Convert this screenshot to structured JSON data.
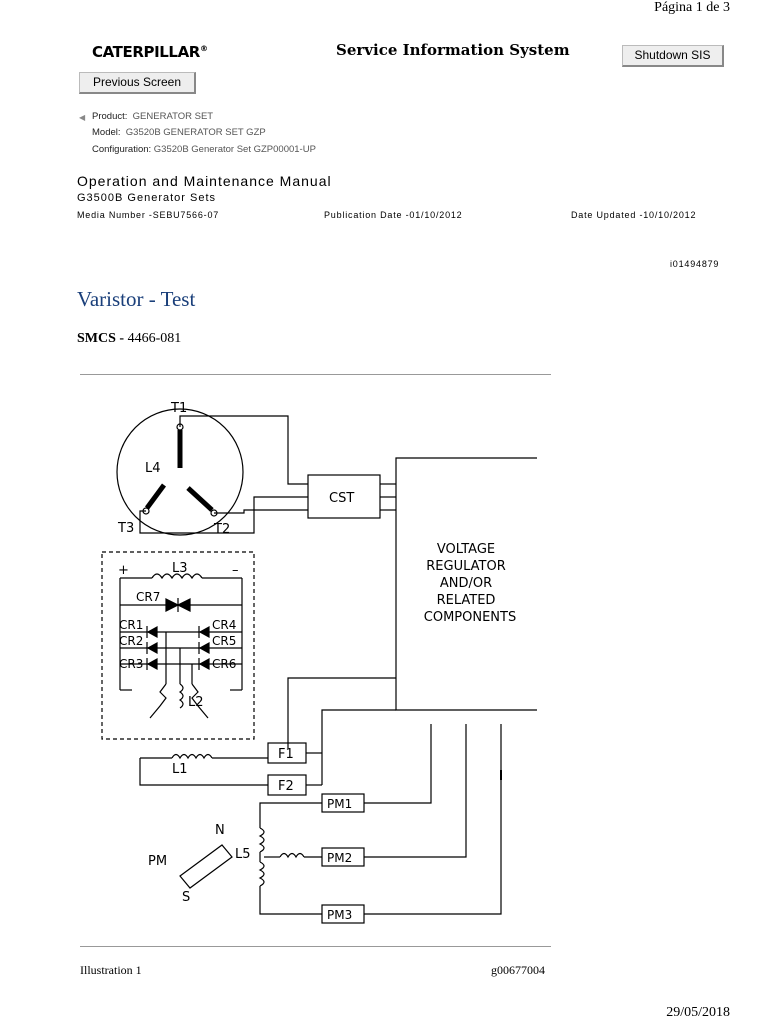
{
  "page": {
    "page_number": "Página 1 de 3",
    "footer_date": "29/05/2018"
  },
  "header": {
    "logo_text": "CATERPILLAR",
    "logo_mark": "®",
    "system_title": "Service Information System",
    "shutdown_label": "Shutdown SIS",
    "previous_label": "Previous Screen"
  },
  "product": {
    "product_label": "Product:",
    "product_value": "GENERATOR SET",
    "model_label": "Model:",
    "model_value": "G3520B GENERATOR SET GZP",
    "config_label": "Configuration:",
    "config_value": "G3520B Generator Set GZP00001-UP"
  },
  "manual": {
    "title": "Operation and Maintenance Manual",
    "subtitle": "G3500B Generator Sets",
    "media_number": "Media Number -SEBU7566-07",
    "publication_date": "Publication Date -01/10/2012",
    "date_updated": "Date Updated -10/10/2012",
    "doc_id": "i01494879"
  },
  "article": {
    "title": "Varistor - Test",
    "smcs_label": "SMCS -",
    "smcs_code": "4466-081"
  },
  "illustration": {
    "caption": "Illustration 1",
    "graphic_id": "g00677004",
    "labels": {
      "t1": "T1",
      "t2": "T2",
      "t3": "T3",
      "l4": "L4",
      "cst": "CST",
      "l3": "L3",
      "plus": "+",
      "minus": "–",
      "cr7": "CR7",
      "cr1": "CR1",
      "cr2": "CR2",
      "cr3": "CR3",
      "cr4": "CR4",
      "cr5": "CR5",
      "cr6": "CR6",
      "l2": "L2",
      "l1": "L1",
      "f1": "F1",
      "f2": "F2",
      "vr_line1": "VOLTAGE",
      "vr_line2": "REGULATOR",
      "vr_line3": "AND/OR",
      "vr_line4": "RELATED",
      "vr_line5": "COMPONENTS",
      "pm1": "PM1",
      "pm2": "PM2",
      "pm3": "PM3",
      "pm": "PM",
      "l5": "L5",
      "n": "N",
      "s": "S"
    }
  }
}
